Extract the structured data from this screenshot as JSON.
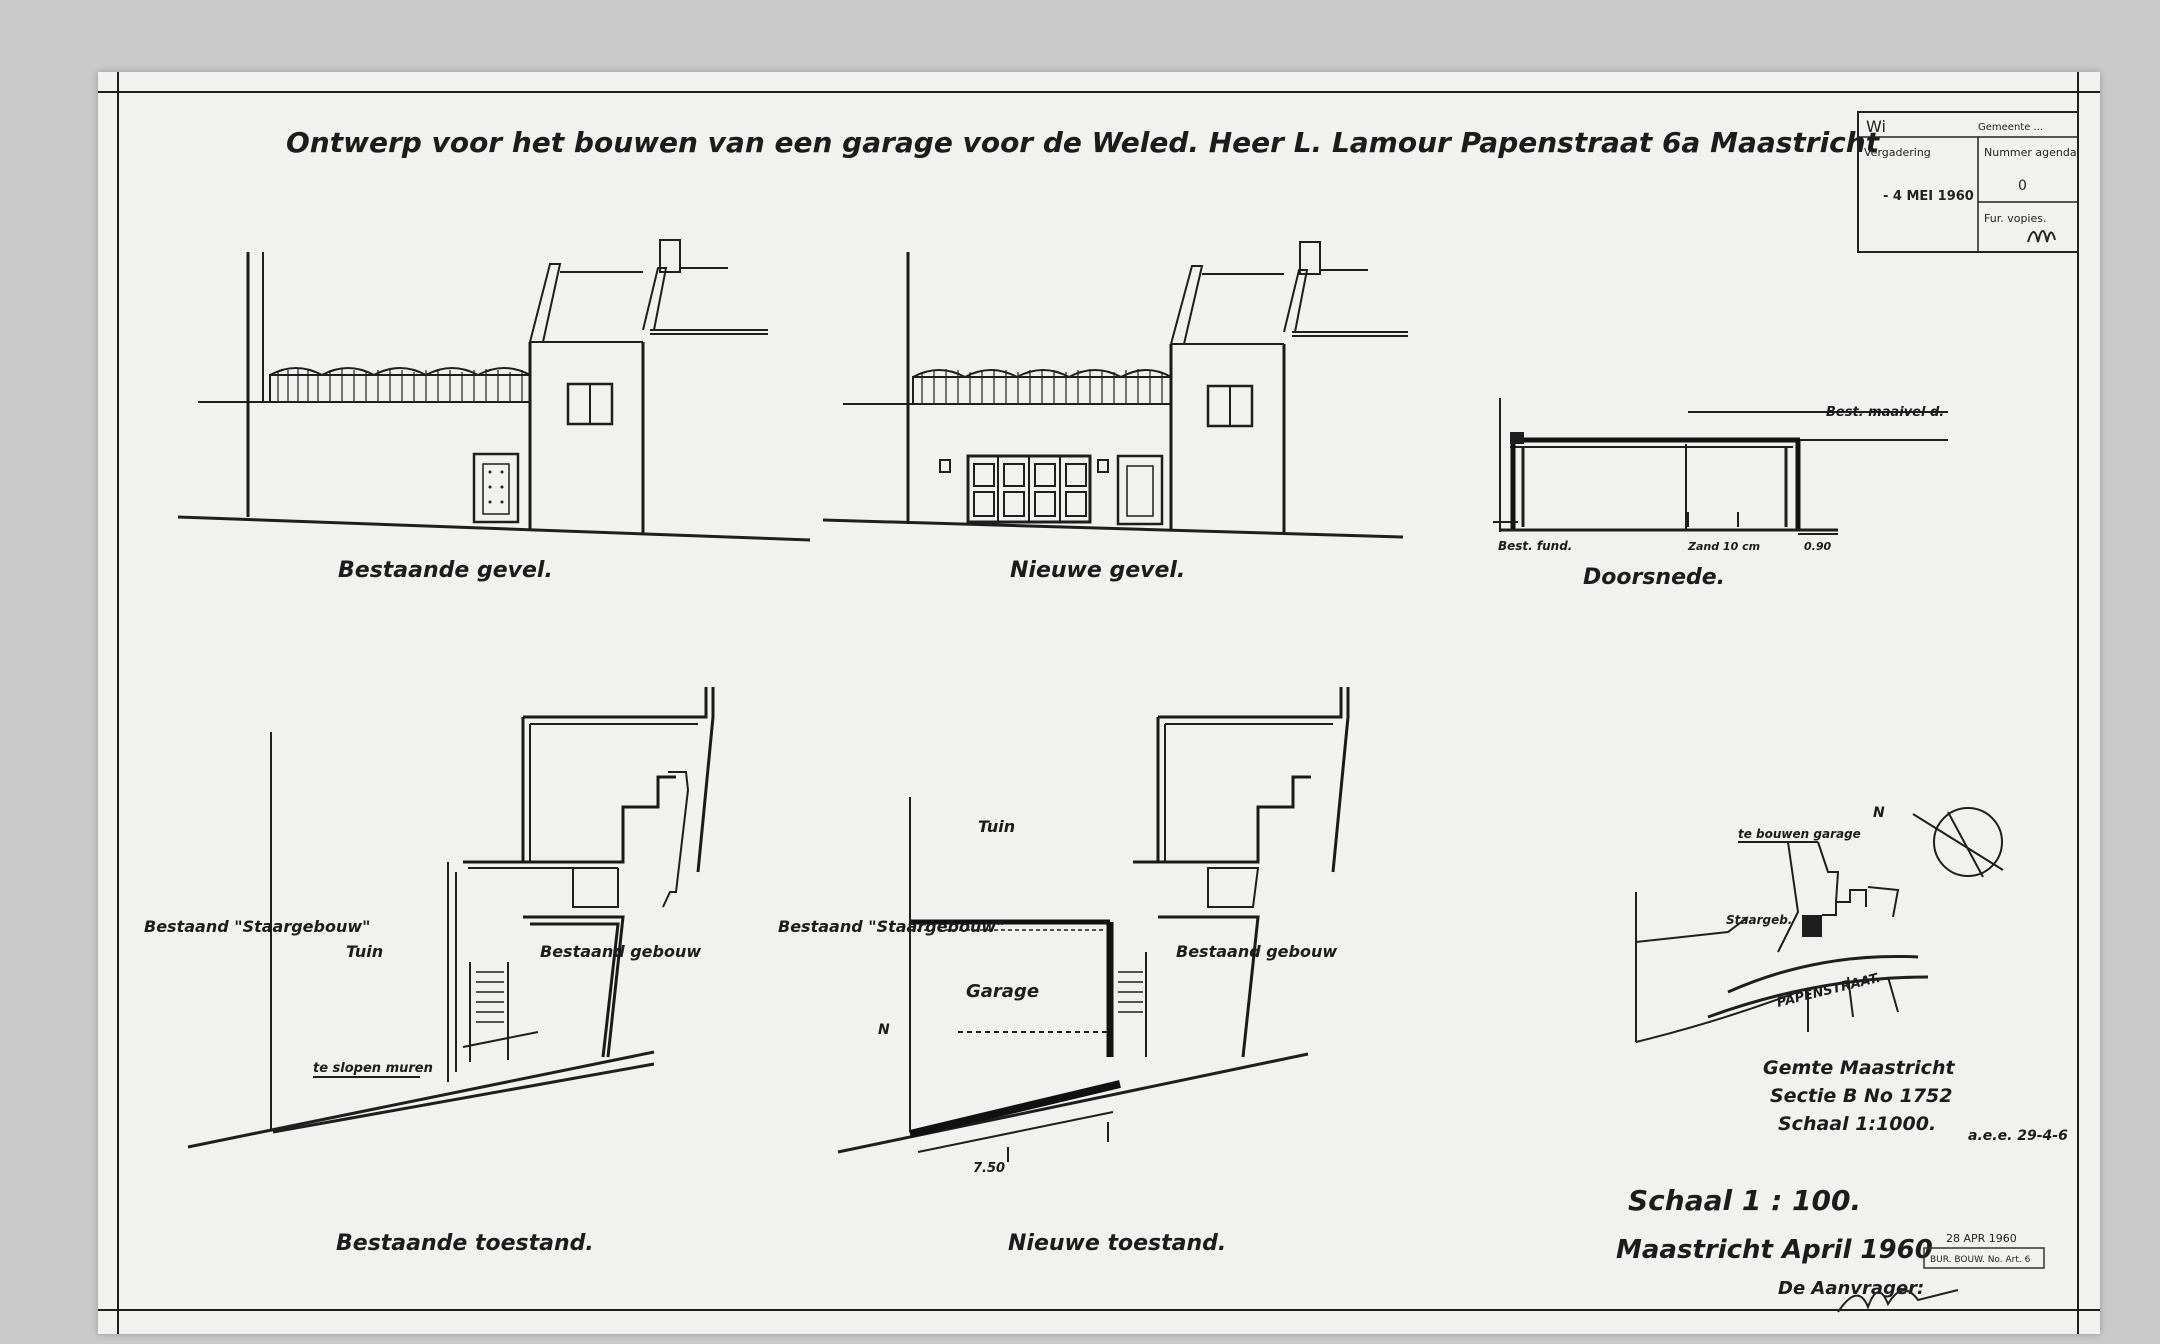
{
  "title": "Ontwerp voor het bouwen van een garage voor de Weled. Heer L. Lamour Papenstraat 6a Maastricht",
  "stamp": {
    "header_left": "Wi",
    "header_right": "Gemeente ...",
    "cell_a_label": "Vergadering",
    "cell_a_value": "- 4 MEI 1960",
    "cell_b_label": "Nummer agenda",
    "cell_b_value": "0",
    "cell_c_label": "Fur. vopies."
  },
  "captions": {
    "existing_facade": "Bestaande gevel.",
    "new_facade": "Nieuwe gevel.",
    "section": "Doorsnede.",
    "existing_state": "Bestaande toestand.",
    "new_state": "Nieuwe toestand."
  },
  "section_labels": {
    "street_level": "Best. maaivel d.",
    "foundation": "Best. fund.",
    "sand": "Zand 10 cm",
    "depth": "0.90"
  },
  "plan_existing": {
    "left_building": "Bestaand \"Staargebouw\"",
    "garden": "Tuin",
    "existing_building": "Bestaand gebouw",
    "demolish": "te slopen muren"
  },
  "plan_new": {
    "left_building": "Bestaand \"Staargebouw\"",
    "garden": "Tuin",
    "garage": "Garage",
    "existing_building": "Bestaand gebouw",
    "width": "7.50",
    "north": "N"
  },
  "site_map": {
    "to_build": "te bouwen garage",
    "stair": "Staargeb.",
    "street": "PAPENSTRAAT.",
    "north": "N",
    "line1": "Gemte Maastricht",
    "line2": "Sectie B  No 1752",
    "line3": "Schaal 1:1000."
  },
  "scale": "Schaal 1 : 100.",
  "date_place": "Maastricht April 1960",
  "applicant": "De Aanvrager:",
  "notes": {
    "approved": "a.e.e. 29-4-6",
    "received_stamp": "28 APR 1960",
    "dept_stamp": "BUR. BOUW. No. Art. 6"
  }
}
